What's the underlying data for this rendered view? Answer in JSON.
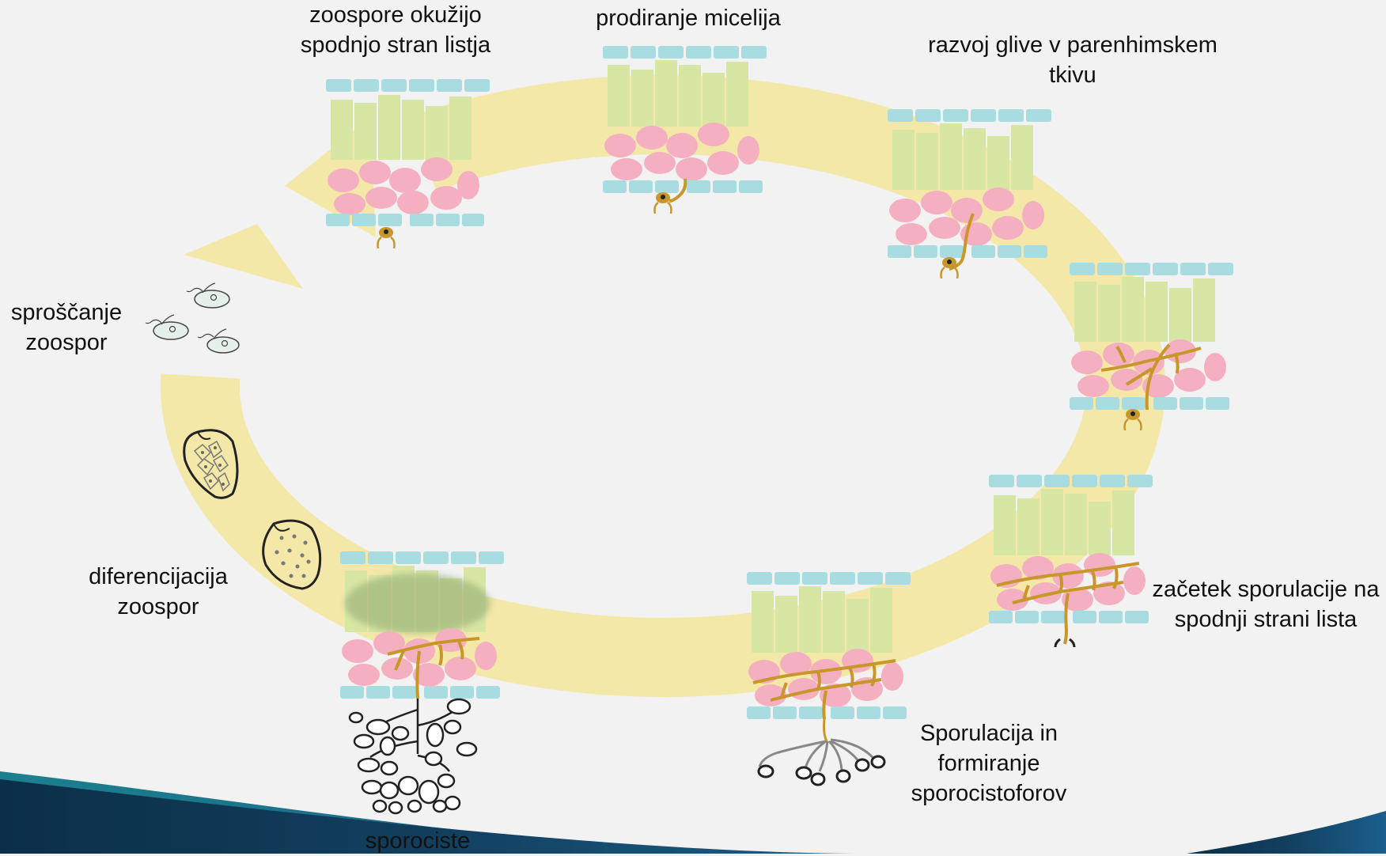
{
  "colors": {
    "background": "#f2f2f2",
    "cycle_arrow": "#f4e8a8",
    "epidermis": "#a8dce0",
    "palisade": "#d8e6a4",
    "spongy": "#f4b0c0",
    "mycelium": "#c8962a",
    "footer_dark": "#0e3a55",
    "footer_accent": "#1a6b8a"
  },
  "stages": [
    {
      "name": "zoospore-infection",
      "lines": [
        "zoospore okužijo",
        "spodnjo stran listja"
      ]
    },
    {
      "name": "mycelium-penetration",
      "lines": [
        "prodiranje micelija"
      ]
    },
    {
      "name": "fungus-development",
      "lines": [
        "razvoj glive v parenhimskem",
        "tkivu"
      ]
    },
    {
      "name": "sporulation-start",
      "lines": [
        "začetek sporulacije na",
        "spodnji strani lista"
      ]
    },
    {
      "name": "sporulation-sporangiophores",
      "lines": [
        "Sporulacija in",
        "formiranje",
        "sporocistoforov"
      ]
    },
    {
      "name": "sporangia",
      "lines": [
        "sporociste"
      ]
    },
    {
      "name": "zoospore-differentiation",
      "lines": [
        "diferencijacija",
        "zoospor"
      ]
    },
    {
      "name": "zoospore-release",
      "lines": [
        "sproščanje",
        "zoospor"
      ]
    }
  ]
}
